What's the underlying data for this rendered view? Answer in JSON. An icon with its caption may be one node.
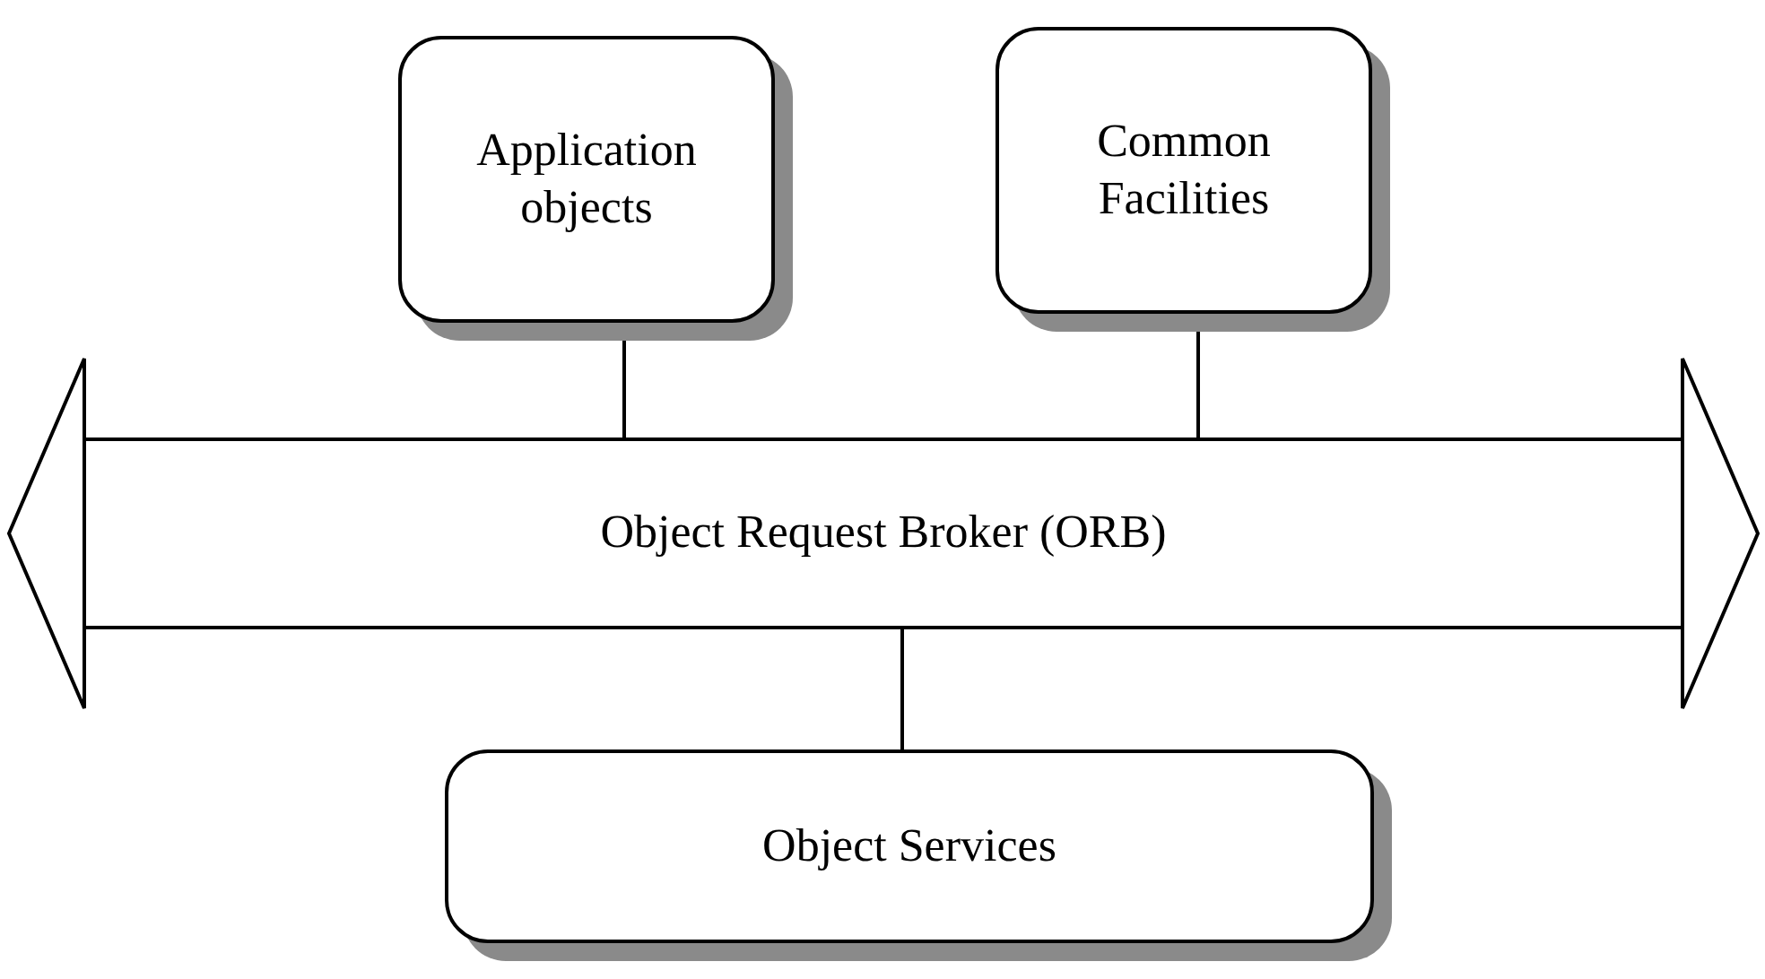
{
  "diagram": {
    "nodes": [
      {
        "text": [
          "Application objects"
        ]
      },
      {
        "text": [
          "Common Facilities"
        ]
      },
      {
        "text": [
          "Object Request Broker (ORB)"
        ]
      },
      {
        "text": [
          "Object Services"
        ]
      }
    ],
    "edges": [
      {
        "from": 0,
        "to": 2,
        "arrow": "none"
      },
      {
        "from": 1,
        "to": 2,
        "arrow": "none"
      },
      {
        "from": 2,
        "to": 3,
        "arrow": "none"
      }
    ]
  }
}
